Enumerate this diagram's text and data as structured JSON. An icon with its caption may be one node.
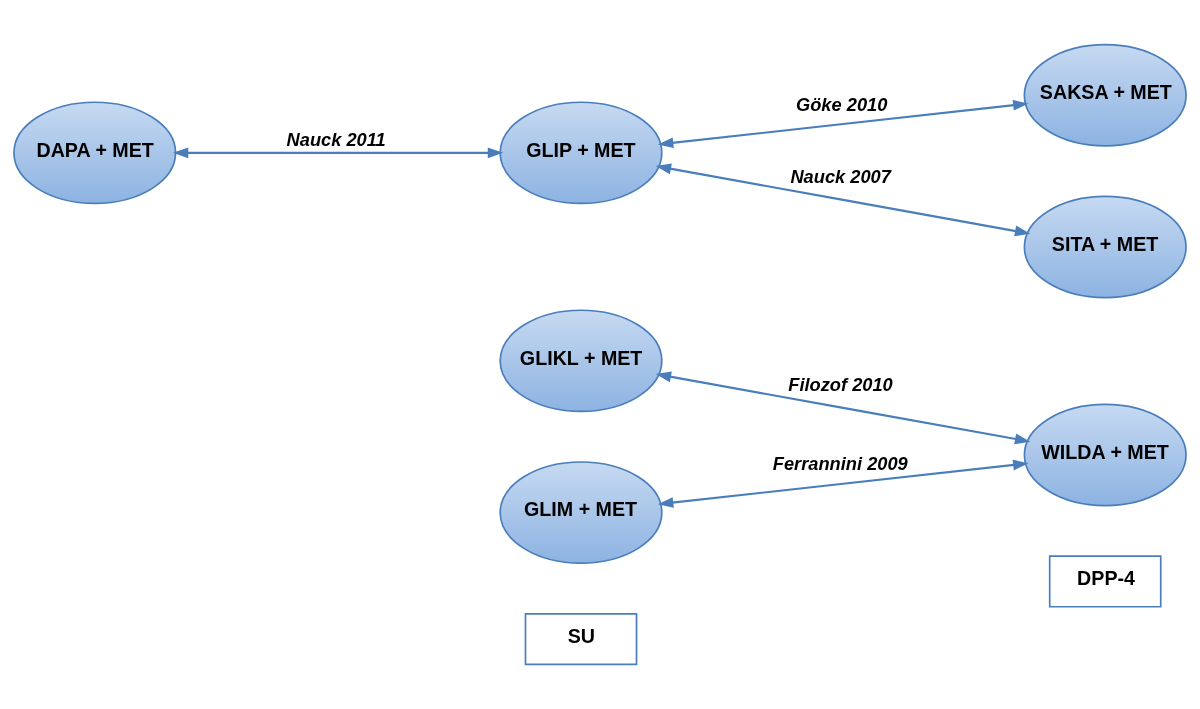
{
  "diagram": {
    "nodes": [
      {
        "text": [
          "SU"
        ]
      },
      {
        "text": [
          "DPP-4"
        ]
      },
      {
        "text": [
          "GLIKL + MET"
        ]
      },
      {
        "text": [
          "SAKSA + MET"
        ]
      },
      {
        "text": [
          "DAPA + MET"
        ]
      },
      {
        "text": [
          "GLIP + MET"
        ]
      },
      {
        "text": [
          "WILDA + MET"
        ]
      },
      {
        "text": [
          "GLIM + MET"
        ]
      },
      {
        "text": [
          "SITA + MET"
        ]
      }
    ],
    "edges": [
      {
        "from": 4,
        "to": 5,
        "arrow": "both",
        "label": "Nauck 2011"
      },
      {
        "from": 2,
        "to": 6,
        "arrow": "both",
        "label": "Filozof 2010"
      },
      {
        "from": 5,
        "to": 3,
        "arrow": "both",
        "label": "Göke 2010"
      },
      {
        "from": 5,
        "to": 8,
        "arrow": "both",
        "label": "Nauck 2007"
      },
      {
        "from": 7,
        "to": 6,
        "arrow": "both",
        "label": "Ferrannini 2009"
      }
    ]
  }
}
